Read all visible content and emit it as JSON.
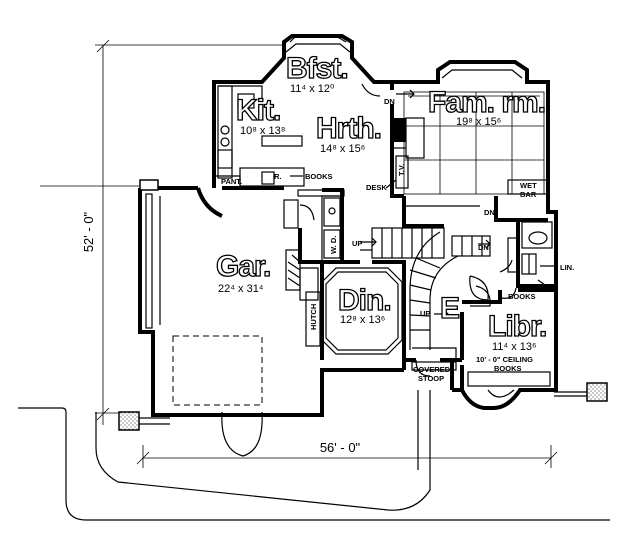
{
  "rooms": {
    "breakfast": {
      "name": "Bfst.",
      "size": "11⁴ x 12⁰"
    },
    "kitchen": {
      "name": "Kit.",
      "size": "10⁸ x 13⁸"
    },
    "hearth": {
      "name": "Hrth.",
      "size": "14⁸ x 15⁶"
    },
    "family": {
      "name": "Fam. rm.",
      "size": "19⁸ x 15⁶"
    },
    "garage": {
      "name": "Gar.",
      "size": "22⁴ x 31⁴"
    },
    "dining": {
      "name": "Din.",
      "size": "12⁸ x 13⁶"
    },
    "library": {
      "name": "Libr.",
      "size": "11⁴ x 13⁶"
    },
    "entry": {
      "name": "E"
    }
  },
  "labels": {
    "dn_top": "DN",
    "dn_mid": "DN",
    "dn_stair": "DN",
    "up_stair": "UP",
    "up_entry": "UP",
    "pant": "PANT.",
    "books_kitchen": "BOOKS",
    "desk": "DESK",
    "tv": "T.V.",
    "wet_bar_line1": "WET",
    "wet_bar_line2": "BAR",
    "lin": "LIN.",
    "books_library": "BOOKS",
    "books_library_2": "BOOKS",
    "ceiling": "10' - 0\" CEILING",
    "hutch": "HUTCH",
    "wd": "W. D.",
    "covered_stoop_line1": "COVERED",
    "covered_stoop_line2": "STOOP",
    "r": "R."
  },
  "dimensions": {
    "depth": "52' - 0\"",
    "width": "56' - 0\""
  }
}
